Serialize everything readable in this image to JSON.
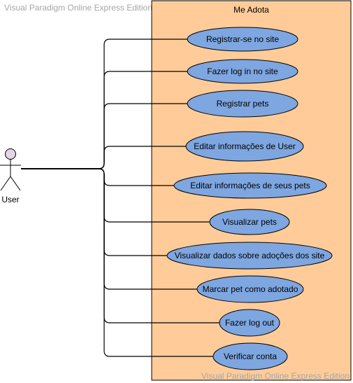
{
  "watermark_top": "Visual Paradigm Online Express Edition",
  "watermark_bottom": "Visual Paradigm Online Express Edition",
  "system": {
    "title": "Me Adota",
    "fill": "#ffcc99"
  },
  "actor": {
    "label": "User",
    "head_fill": "#e1d5e7"
  },
  "use_case_fill": "#7ea6e0",
  "use_cases": [
    "Registrar-se no site",
    "Fazer log in no site",
    "Registrar pets",
    "Editar informações de User",
    "Editar informações de seus pets",
    "Visualizar pets",
    "Visualizar dados sobre adoções dos site",
    "Marcar pet como adotado",
    "Fazer log out",
    "Verificar conta"
  ]
}
